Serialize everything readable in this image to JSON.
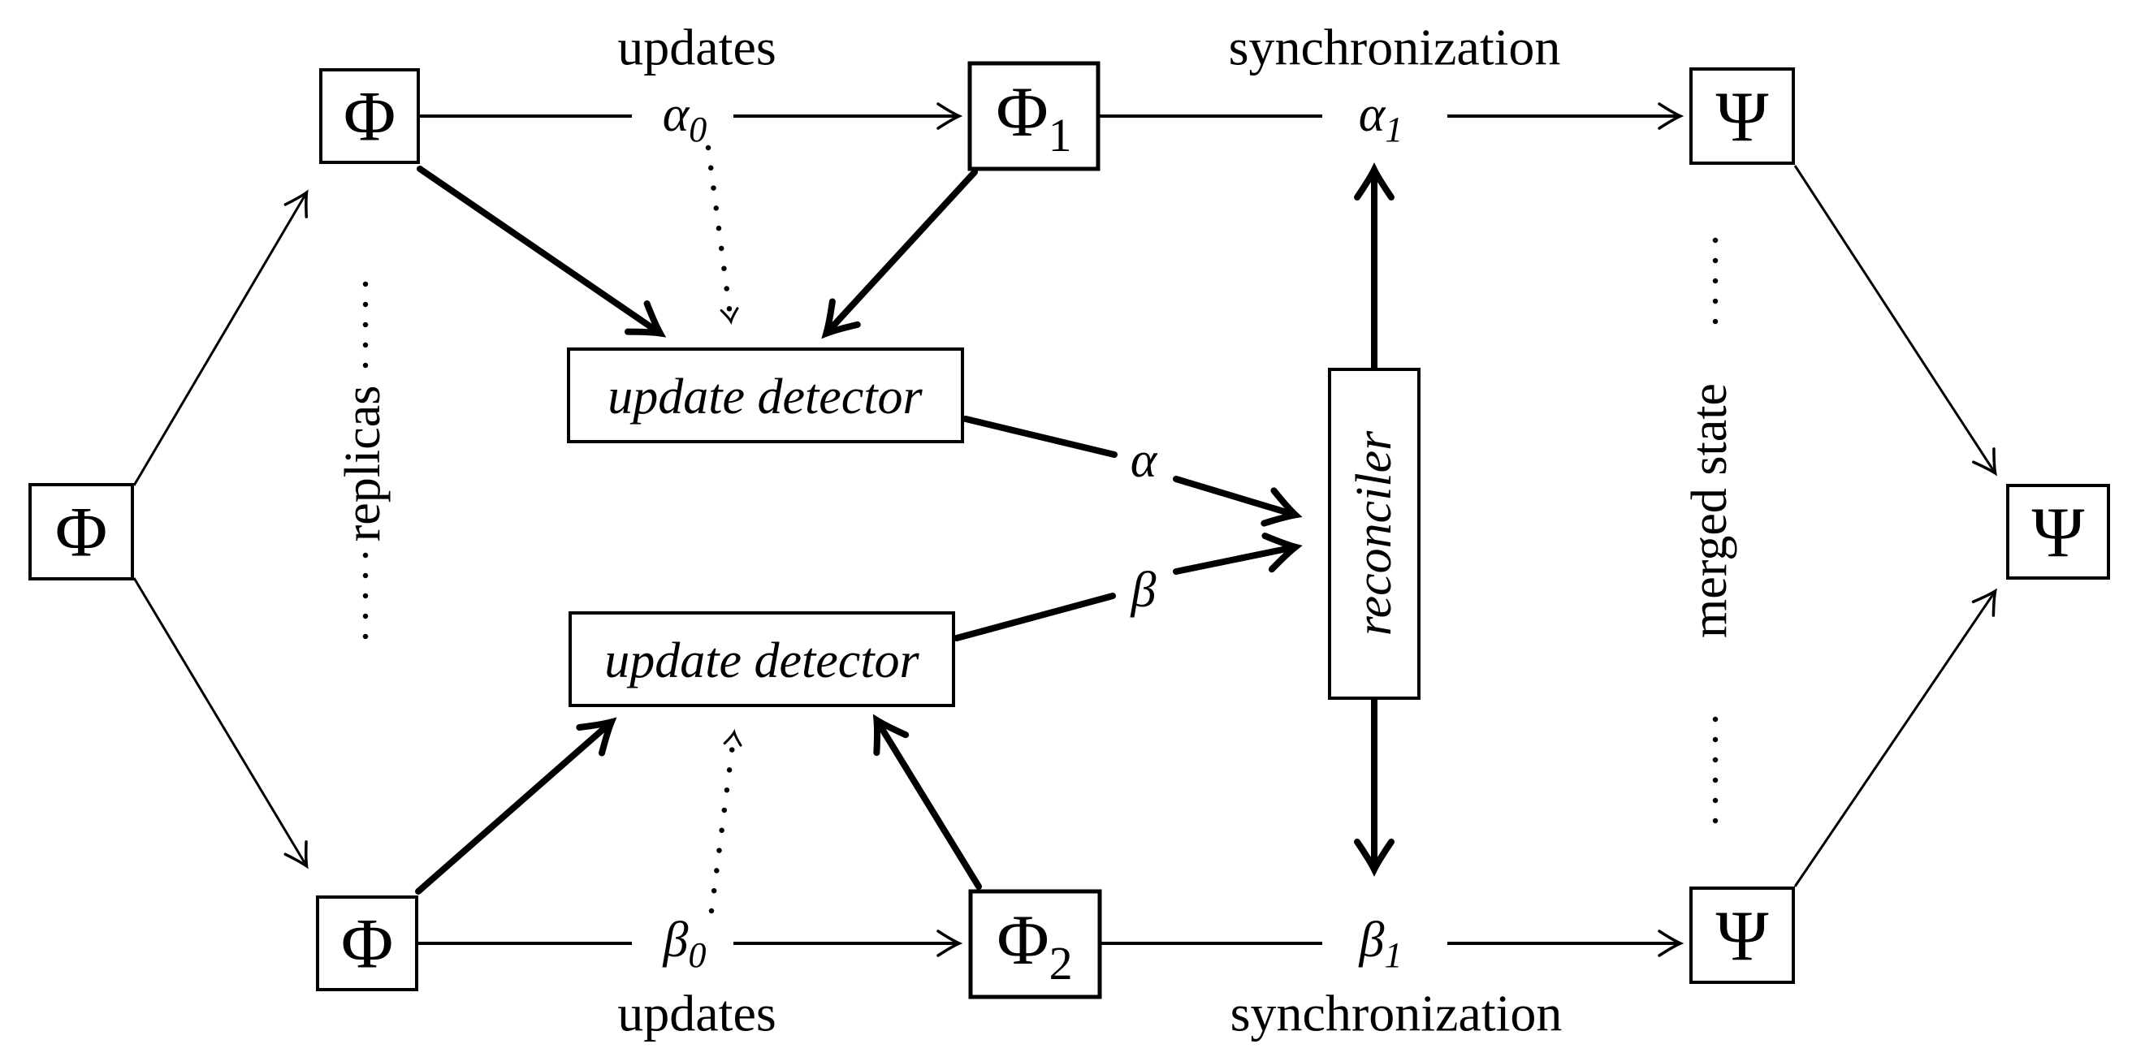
{
  "figure": {
    "colors": {
      "ink": "#000000",
      "background": "#ffffff"
    },
    "left": {
      "source_label": "Φ",
      "column_caption": "replicas"
    },
    "top": {
      "replica_label": "Φ",
      "updates_caption": "updates",
      "update_base": "α",
      "update_sub": "0",
      "node_base": "Φ",
      "node_sub": "1",
      "sync_caption": "synchronization",
      "sync_base": "α",
      "sync_sub": "1",
      "state_label": "Ψ"
    },
    "bottom": {
      "replica_label": "Φ",
      "updates_caption": "updates",
      "update_base": "β",
      "update_sub": "0",
      "node_base": "Φ",
      "node_sub": "2",
      "sync_caption": "synchronization",
      "sync_base": "β",
      "sync_sub": "1",
      "state_label": "Ψ"
    },
    "middle": {
      "detector_top": "update detector",
      "detector_bottom": "update detector",
      "reconciler": "reconciler",
      "alpha": "α",
      "beta": "β"
    },
    "right": {
      "column_caption": "merged state",
      "merged_label": "Ψ"
    }
  }
}
